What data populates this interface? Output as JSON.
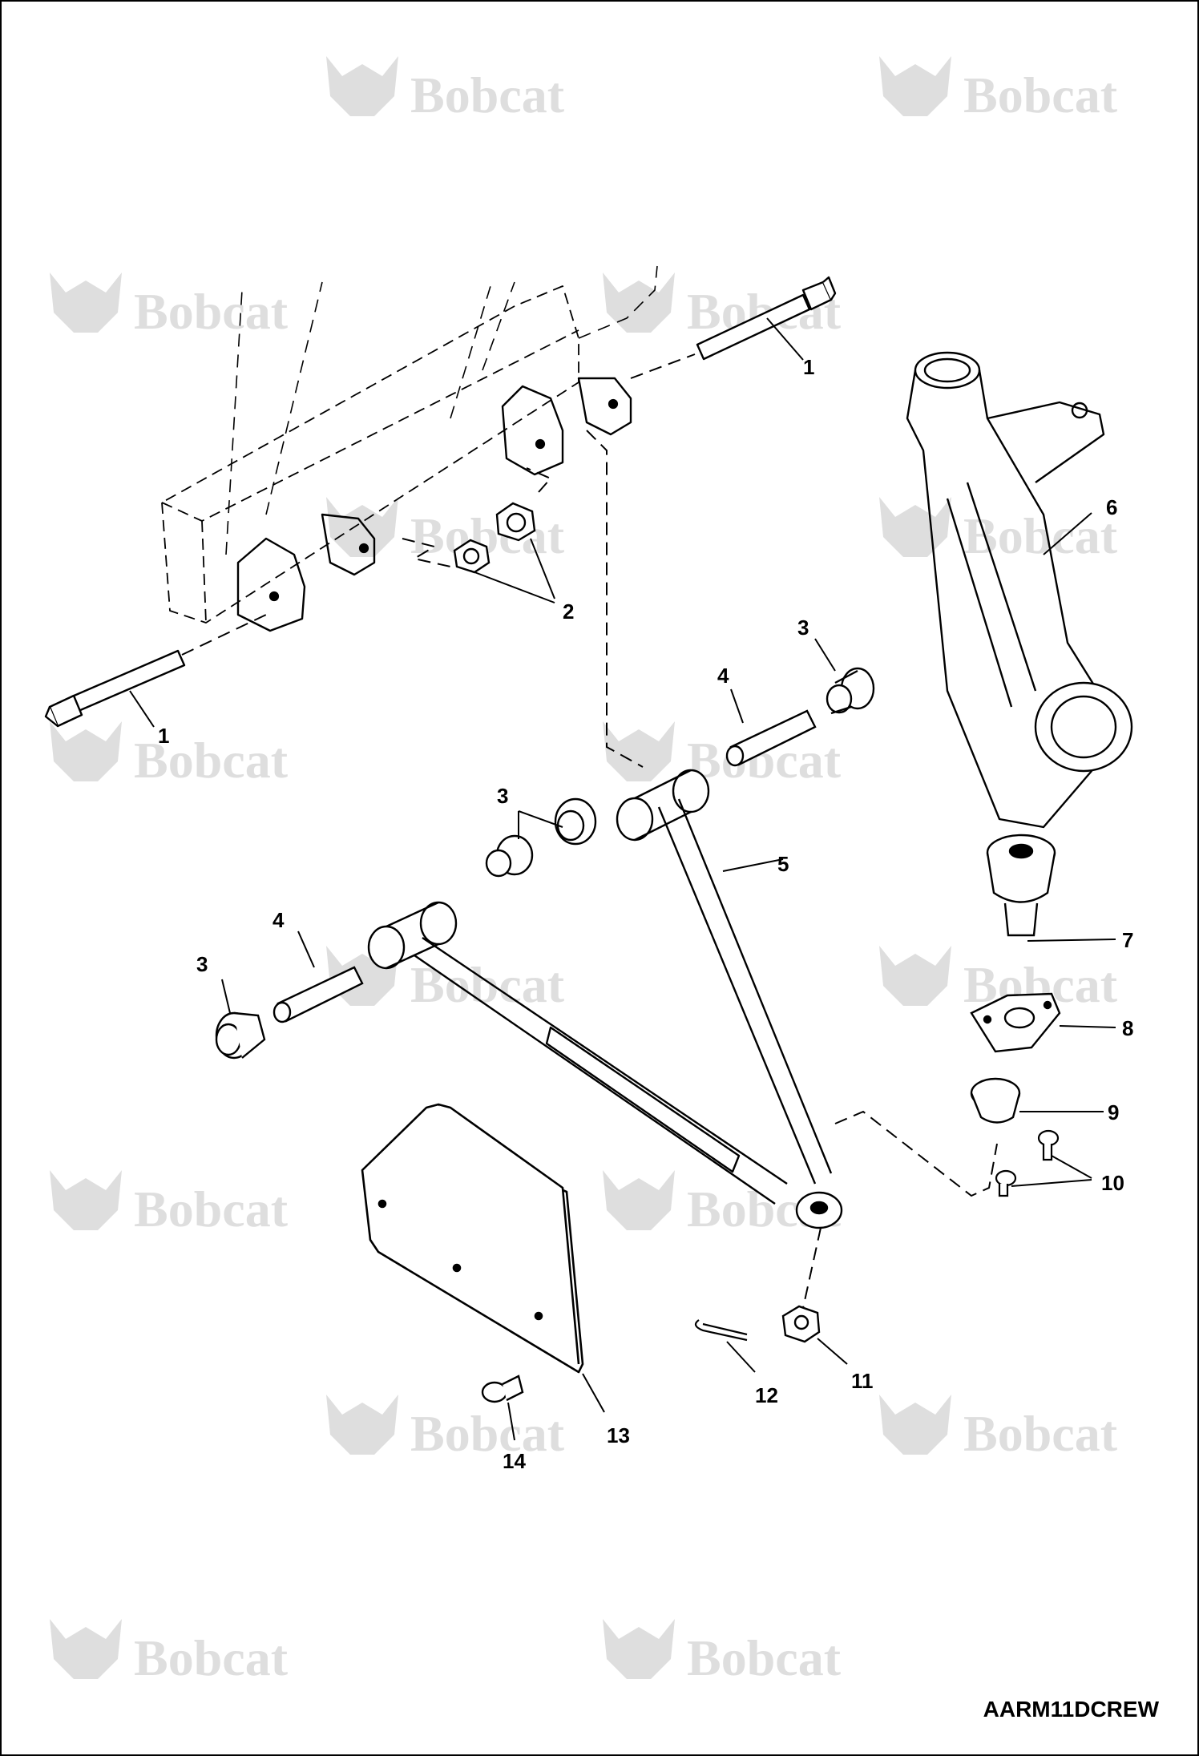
{
  "watermark": {
    "brand": "Bobcat"
  },
  "drawing_code": "AARM11DCREW",
  "callouts": [
    {
      "id": "c1a",
      "label": "1"
    },
    {
      "id": "c1b",
      "label": "1"
    },
    {
      "id": "c2",
      "label": "2"
    },
    {
      "id": "c3a",
      "label": "3"
    },
    {
      "id": "c3b",
      "label": "3"
    },
    {
      "id": "c3c",
      "label": "3"
    },
    {
      "id": "c4a",
      "label": "4"
    },
    {
      "id": "c4b",
      "label": "4"
    },
    {
      "id": "c5",
      "label": "5"
    },
    {
      "id": "c6",
      "label": "6"
    },
    {
      "id": "c7",
      "label": "7"
    },
    {
      "id": "c8",
      "label": "8"
    },
    {
      "id": "c9",
      "label": "9"
    },
    {
      "id": "c10",
      "label": "10"
    },
    {
      "id": "c11",
      "label": "11"
    },
    {
      "id": "c12",
      "label": "12"
    },
    {
      "id": "c13",
      "label": "13"
    },
    {
      "id": "c14",
      "label": "14"
    }
  ],
  "colors": {
    "line": "#000000",
    "watermark": "#dedede",
    "background": "#ffffff"
  }
}
